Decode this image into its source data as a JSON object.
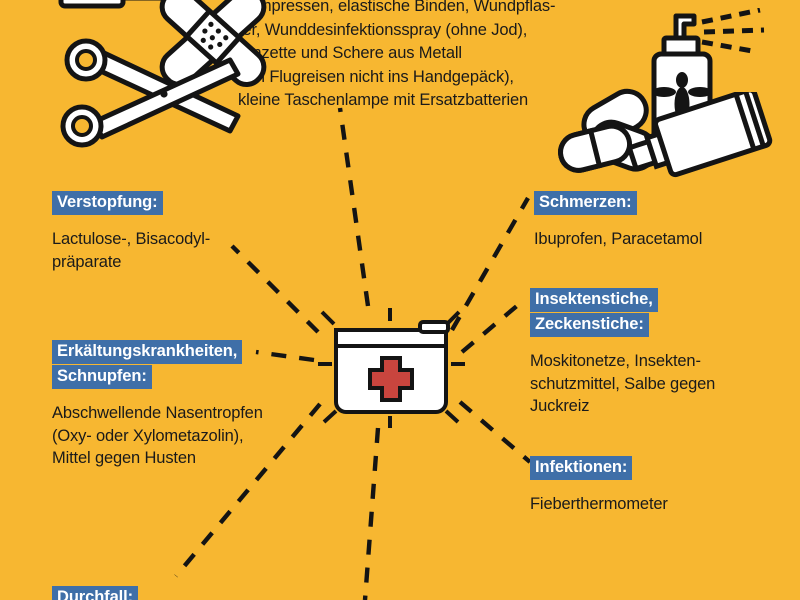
{
  "meta": {
    "background_color": "#F7B731",
    "accent_blue": "#3F6FA8",
    "cross_red": "#C9453E",
    "text_color": "#1A1A1A",
    "white": "#FFFFFF"
  },
  "supply_list": {
    "text": "Kompressen, elastische Binden, Wundpflas-\nter, Wunddesinfektionsspray (ohne Jod),\nPinzette und Schere aus Metall\n(bei Flugreisen nicht ins Handgepäck),\nkleine Taschenlampe mit Ersatzbatterien"
  },
  "callouts": [
    {
      "id": "verstopfung",
      "headings": [
        "Verstopfung:"
      ],
      "body": "Lactulose-, Bisacodyl-\npräparate"
    },
    {
      "id": "erkaeltung",
      "headings": [
        "Erkältungskrankheiten,",
        "Schnupfen:"
      ],
      "body": "Abschwellende Nasentropfen\n(Oxy- oder Xylometazolin),\nMittel gegen Husten"
    },
    {
      "id": "durchfall",
      "headings": [
        "Durchfall:"
      ],
      "body": ""
    },
    {
      "id": "schmerzen",
      "headings": [
        "Schmerzen:"
      ],
      "body": "Ibuprofen, Paracetamol"
    },
    {
      "id": "insektenstiche",
      "headings": [
        "Insektenstiche,",
        "Zeckenstiche:"
      ],
      "body": "Moskitonetze, Insekten-\nschutzmittel, Salbe gegen\nJuckreiz"
    },
    {
      "id": "infektionen",
      "headings": [
        "Infektionen:"
      ],
      "body": "Fieberthermometer"
    }
  ],
  "icons": {
    "kit": "first-aid-kit-icon",
    "scissors": "scissors-icon",
    "plaster": "adhesive-bandage-icon",
    "tube_top": "ointment-tube-icon",
    "spray": "insect-repellent-spray-icon",
    "pills": "capsules-icon",
    "cream": "cream-tube-icon"
  }
}
